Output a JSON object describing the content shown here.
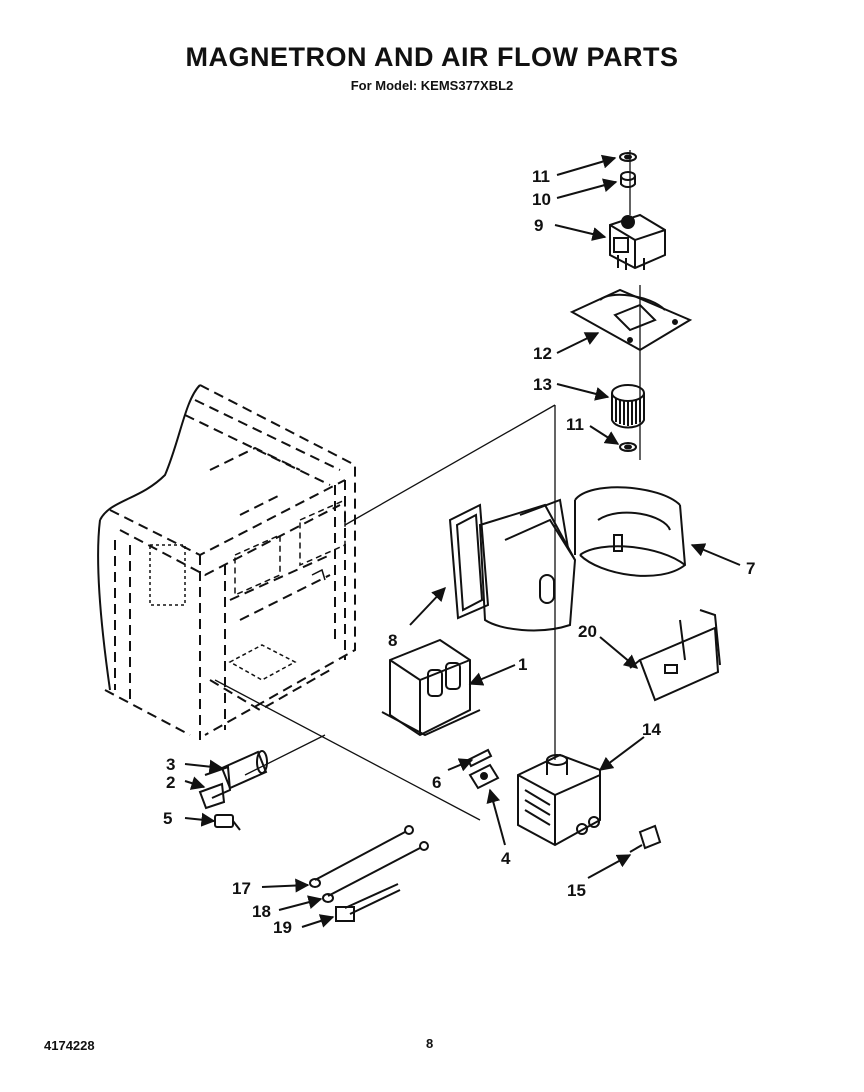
{
  "title": "MAGNETRON AND AIR FLOW PARTS",
  "subtitle": "For Model: KEMS377XBL2",
  "footer": {
    "doc_number": "4174228",
    "page_number": "8"
  },
  "callouts": [
    {
      "id": "c11a",
      "label": "11"
    },
    {
      "id": "c10",
      "label": "10"
    },
    {
      "id": "c9",
      "label": "9"
    },
    {
      "id": "c12",
      "label": "12"
    },
    {
      "id": "c13",
      "label": "13"
    },
    {
      "id": "c11b",
      "label": "11"
    },
    {
      "id": "c7",
      "label": "7"
    },
    {
      "id": "c8",
      "label": "8"
    },
    {
      "id": "c20",
      "label": "20"
    },
    {
      "id": "c1",
      "label": "1"
    },
    {
      "id": "c14",
      "label": "14"
    },
    {
      "id": "c3",
      "label": "3"
    },
    {
      "id": "c2",
      "label": "2"
    },
    {
      "id": "c6",
      "label": "6"
    },
    {
      "id": "c5",
      "label": "5"
    },
    {
      "id": "c4",
      "label": "4"
    },
    {
      "id": "c17",
      "label": "17"
    },
    {
      "id": "c15",
      "label": "15"
    },
    {
      "id": "c18",
      "label": "18"
    },
    {
      "id": "c19",
      "label": "19"
    }
  ]
}
